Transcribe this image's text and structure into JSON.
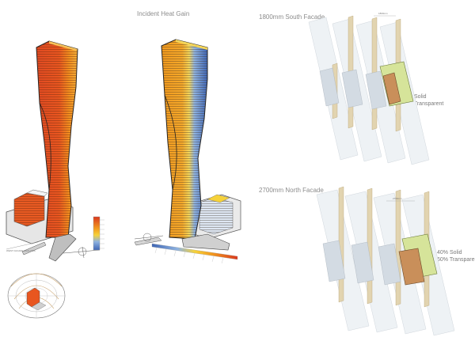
{
  "titles": {
    "main": "Incident Heat Gain",
    "south": "1800mm South Facade",
    "north": "2700mm North Facade"
  },
  "south_panel": {
    "solid": "60% Solid",
    "transparent": "40% Transparent"
  },
  "north_panel": {
    "solid": "40% Solid",
    "transparent": "60% Transparent"
  },
  "colors": {
    "hot": "#d9381e",
    "warm": "#f29a1e",
    "mild": "#f6d23a",
    "cool": "#8fb3e0",
    "cold": "#3f66b5",
    "glass": "#e9eef2",
    "mullion": "#d7c9a8",
    "solid_panel": "#c98f5a",
    "green_panel": "#d6e49a"
  }
}
